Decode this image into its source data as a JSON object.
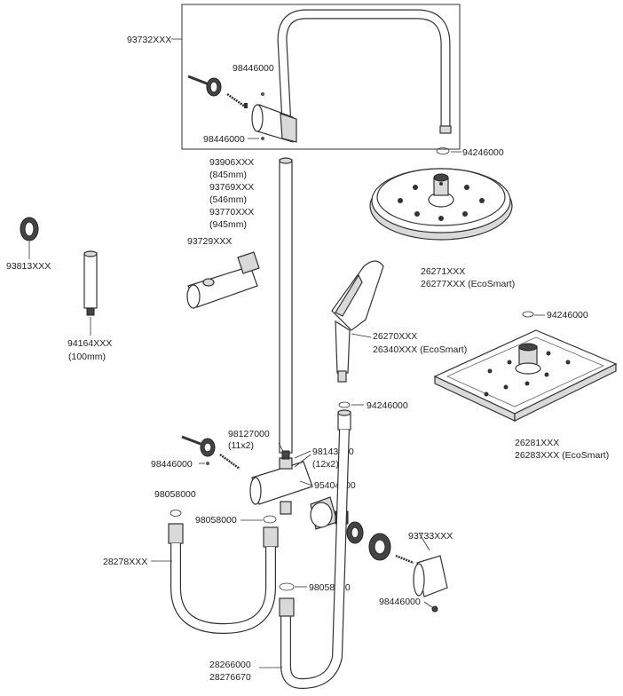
{
  "labels": {
    "p93732": "93732XXX",
    "p98446_top": "98446000",
    "p98446_mid": "98446000",
    "p94246_a": "94246000",
    "p93906_a": "93906XXX",
    "p93906_b": "(845mm)",
    "p93769_a": "93769XXX",
    "p93769_b": "(546mm)",
    "p93770_a": "93770XXX",
    "p93770_b": "(945mm)",
    "p26271_a": "26271XXX",
    "p26271_b": "26277XXX (EcoSmart)",
    "p93813": "93813XXX",
    "p93729": "93729XXX",
    "p94164_a": "94164XXX",
    "p94164_b": "(100mm)",
    "p94246_b": "94246000",
    "p26270_a": "26270XXX",
    "p26270_b": "26340XXX (EcoSmart)",
    "p94246_c": "94246000",
    "p26281_a": "26281XXX",
    "p26281_b": "26283XXX (EcoSmart)",
    "p98127_a": "98127000",
    "p98127_b": "(11x2)",
    "p98143_a": "98143000",
    "p98143_b": "(12x2)",
    "p98446_left": "98446000",
    "p95404": "95404000",
    "p98058_a": "98058000",
    "p98058_b": "98058000",
    "p93733": "93733XXX",
    "p28278": "28278XXX",
    "p98058_c": "98058000",
    "p98446_bottom": "98446000",
    "p28266_a": "28266000",
    "p28266_b": "28276670"
  }
}
